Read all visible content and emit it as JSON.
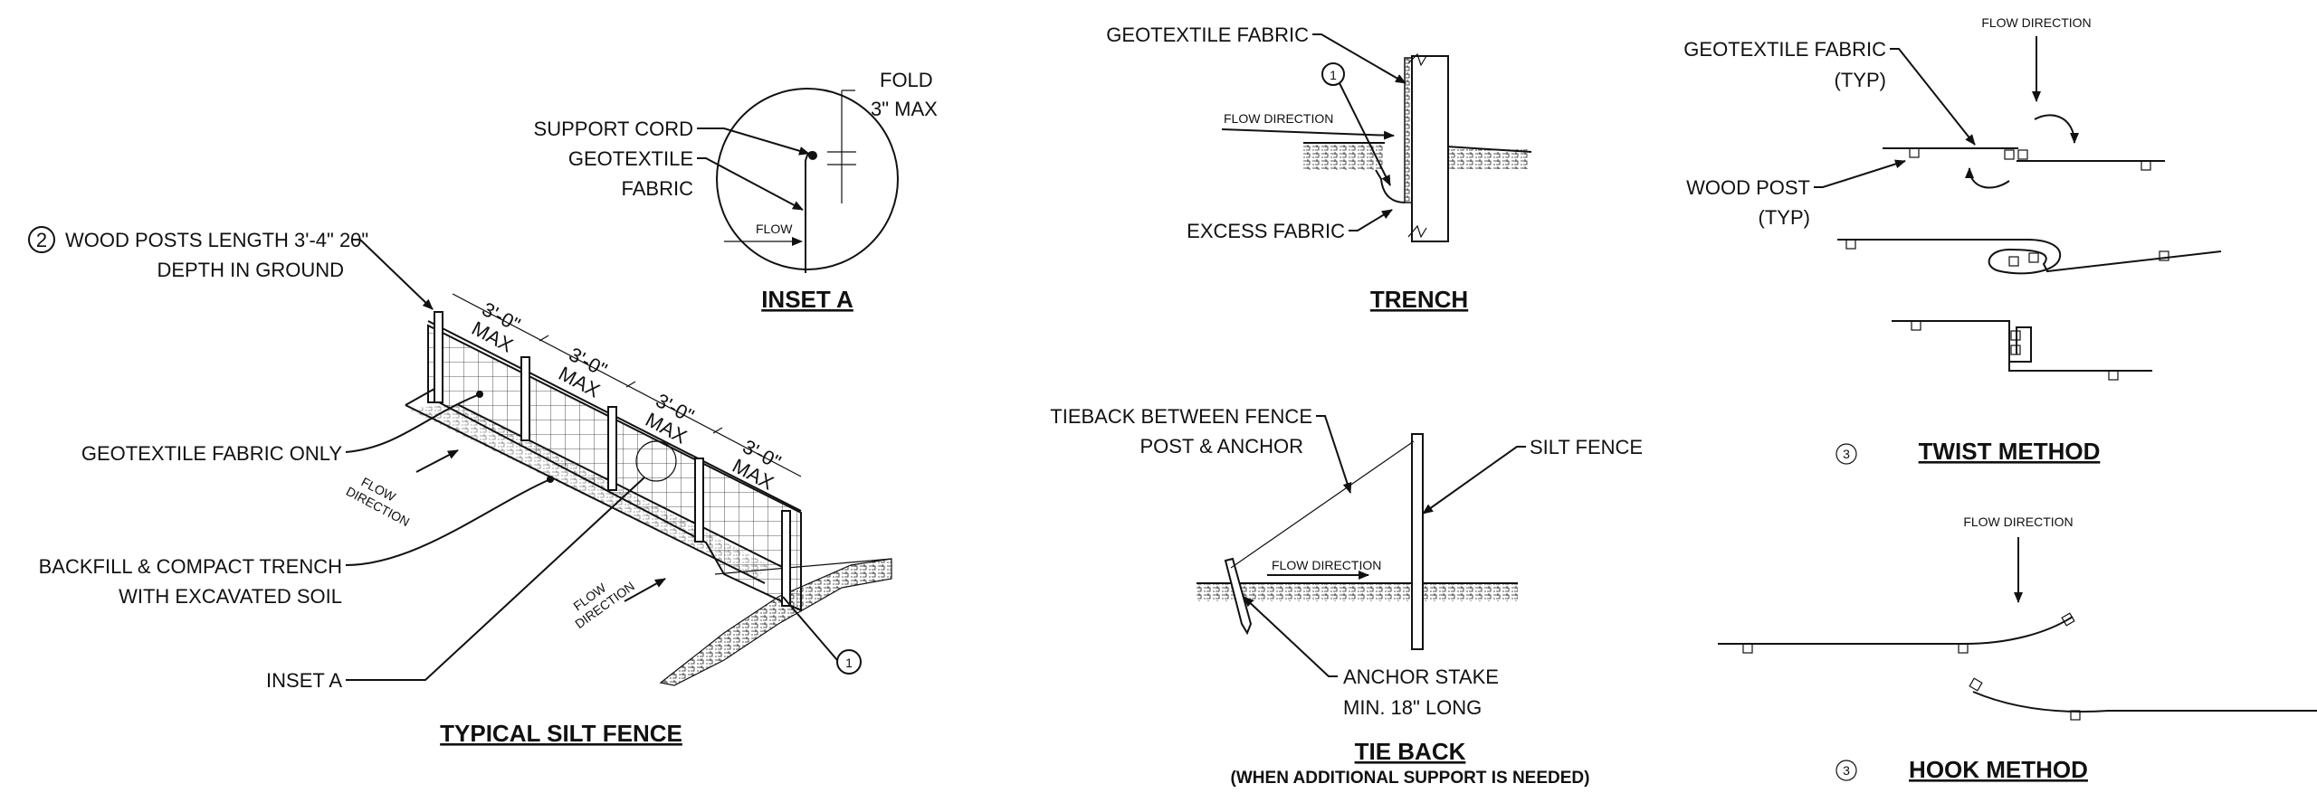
{
  "colors": {
    "ink": "#111111",
    "paper": "#ffffff"
  },
  "silt_fence": {
    "title": "TYPICAL SILT FENCE",
    "posts_line1": "WOOD POSTS LENGTH 3'-4\" 20\"",
    "posts_line2": "DEPTH IN GROUND",
    "posts_marker": "2",
    "geotextile_only": "GEOTEXTILE FABRIC ONLY",
    "backfill_line1": "BACKFILL & COMPACT TRENCH",
    "backfill_line2": "WITH EXCAVATED SOIL",
    "inset_ref": "INSET A",
    "flow_word1": "FLOW",
    "flow_word2": "DIRECTION",
    "spacing_dim": "3'-0\"",
    "spacing_max": "MAX",
    "trench_marker": "1"
  },
  "inset_a": {
    "title": "INSET A",
    "support_cord": "SUPPORT CORD",
    "geotextile_line1": "GEOTEXTILE",
    "geotextile_line2": "FABRIC",
    "fold_line1": "FOLD",
    "fold_line2": "3\" MAX",
    "flow": "FLOW"
  },
  "trench": {
    "title": "TRENCH",
    "geotextile": "GEOTEXTILE FABRIC",
    "flow_direction": "FLOW DIRECTION",
    "excess": "EXCESS FABRIC",
    "marker": "1"
  },
  "tie_back": {
    "title": "TIE BACK",
    "subtitle": "(WHEN ADDITIONAL SUPPORT IS NEEDED)",
    "tieback_line1": "TIEBACK BETWEEN FENCE",
    "tieback_line2": "POST & ANCHOR",
    "silt_fence": "SILT FENCE",
    "flow_direction": "FLOW DIRECTION",
    "anchor_line1": "ANCHOR STAKE",
    "anchor_line2": "MIN. 18\" LONG"
  },
  "twist": {
    "title": "TWIST METHOD",
    "marker": "3",
    "flow_direction": "FLOW DIRECTION",
    "geotextile_line1": "GEOTEXTILE FABRIC",
    "geotextile_line2": "(TYP)",
    "post_line1": "WOOD POST",
    "post_line2": "(TYP)"
  },
  "hook": {
    "title": "HOOK METHOD",
    "marker": "3",
    "flow_direction": "FLOW DIRECTION"
  }
}
